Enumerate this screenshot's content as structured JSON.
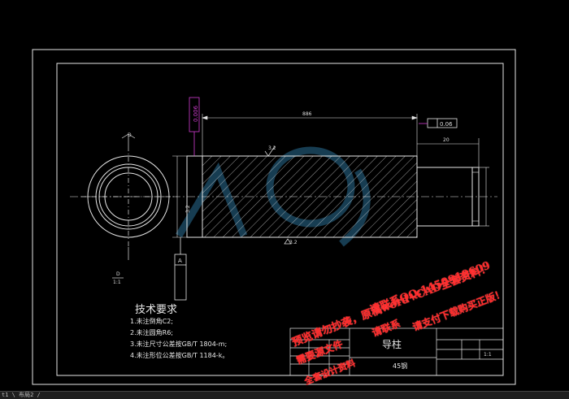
{
  "drawing": {
    "part_name": "导柱",
    "material": "45钢",
    "scale": "1:1",
    "overall_length": "886",
    "shoulder_length": "20",
    "tolerance_top": "0.006",
    "tolerance_right": "0.06",
    "roughness_top": "3.2",
    "roughness_bottom": "3.2",
    "datum_label": "A",
    "section_label": "1:1",
    "left_roughness": "3.2"
  },
  "tech_requirements": {
    "title": "技术要求",
    "items": [
      "1.未注倒角C2;",
      "2.未注圆角R6;",
      "3.未注尺寸公差按GB/T 1804-m;",
      "4.未注形位公差按GB/T 1184-k。"
    ]
  },
  "watermark": {
    "line1": "预览请勿抄袭，原稿word+CAD全套资料！",
    "line2": "请联系QQ:1459919609",
    "line3": "请支付下载购买正版！",
    "line4": "需要源文件",
    "line5": "请联系",
    "line6": "全套设计资料"
  },
  "statusbar": {
    "text": "t1 \\ 布局2 /"
  },
  "colors": {
    "background": "#000000",
    "line": "#e6e6e6",
    "magenta": "#d23cd2",
    "watermark": "#ff2a2a",
    "logo": "#2a6f96"
  }
}
